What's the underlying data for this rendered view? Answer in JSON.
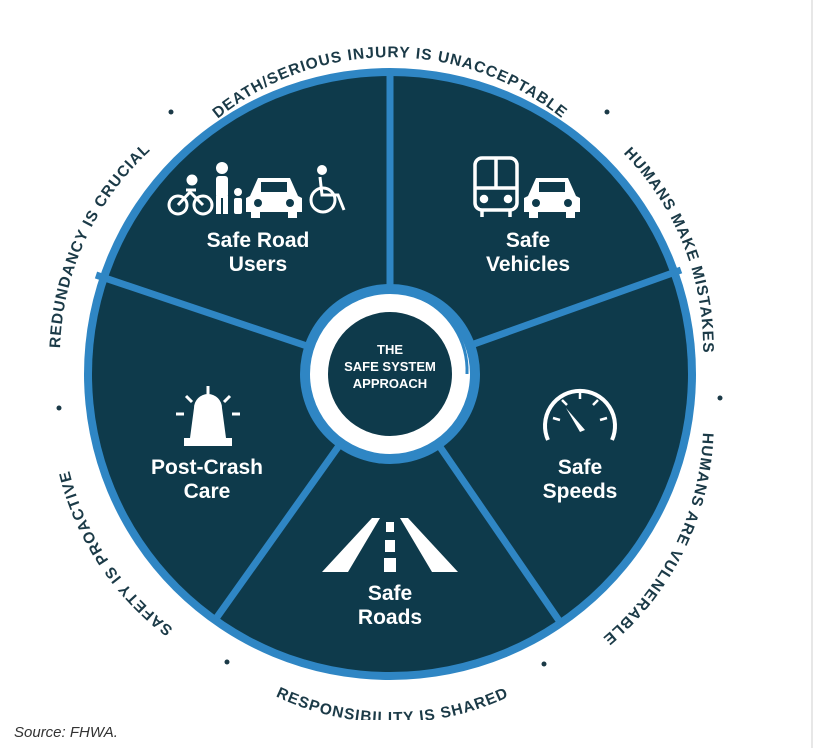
{
  "diagram": {
    "center": {
      "lines": [
        "THE",
        "SAFE SYSTEM",
        "APPROACH"
      ]
    },
    "segments": [
      {
        "id": "users",
        "lines": [
          "Safe Road",
          "Users"
        ],
        "icons": [
          "bicycle-icon",
          "pedestrian-family-icon",
          "car-icon",
          "wheelchair-icon"
        ]
      },
      {
        "id": "vehicles",
        "lines": [
          "Safe",
          "Vehicles"
        ],
        "icons": [
          "bus-icon",
          "car-icon"
        ]
      },
      {
        "id": "speeds",
        "lines": [
          "Safe",
          "Speeds"
        ],
        "icons": [
          "speedometer-icon"
        ]
      },
      {
        "id": "roads",
        "lines": [
          "Safe",
          "Roads"
        ],
        "icons": [
          "road-icon"
        ]
      },
      {
        "id": "care",
        "lines": [
          "Post-Crash",
          "Care"
        ],
        "icons": [
          "emergency-light-icon"
        ]
      }
    ],
    "principles": [
      "DEATH/SERIOUS INJURY IS UNACCEPTABLE",
      "HUMANS MAKE MISTAKES",
      "HUMANS ARE VULNERABLE",
      "RESPONSIBILITY IS SHARED",
      "SAFETY IS PROACTIVE",
      "REDUNDANCY IS CRUCIAL"
    ]
  },
  "colors": {
    "panel": "#0e3a4b",
    "ring": "#2f86c4",
    "text_dark": "#1b3a47",
    "white": "#ffffff"
  },
  "source": "Source: FHWA."
}
